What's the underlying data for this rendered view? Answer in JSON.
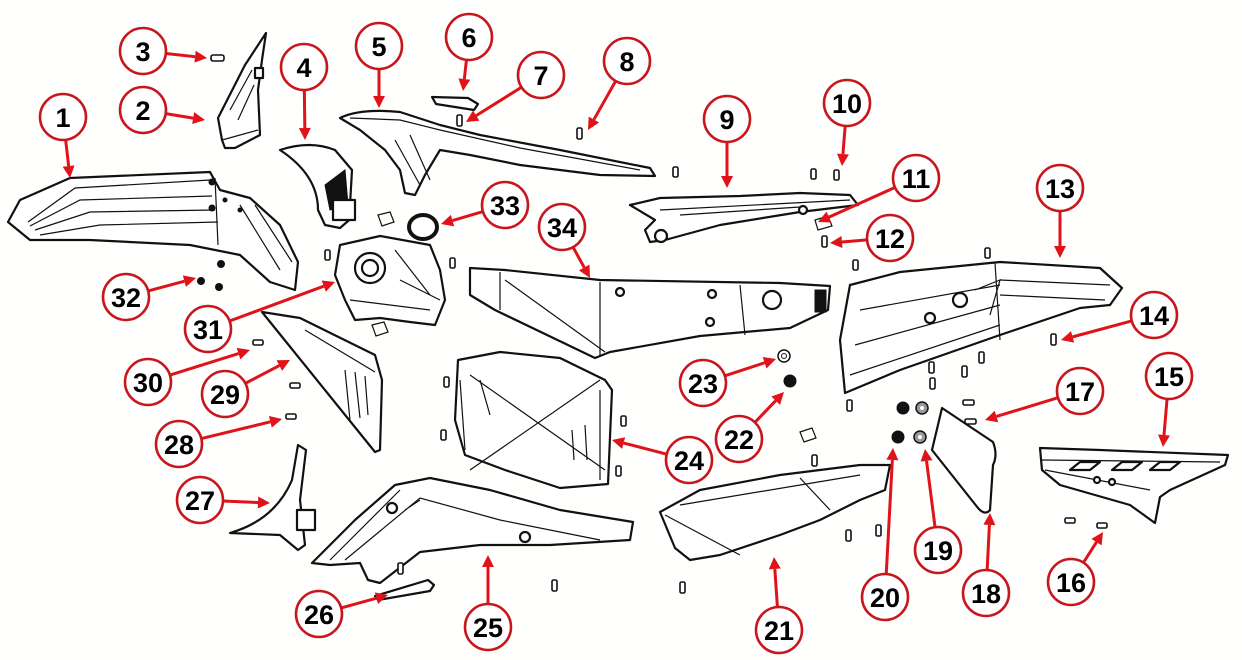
{
  "diagram": {
    "type": "exploded-parts-diagram",
    "subject": "motorcycle plastic bodywork",
    "callout_color": "#c8161d",
    "arrow_color": "#e0121a",
    "callouts": [
      {
        "id": "1",
        "label": "1",
        "part": "front-fender"
      },
      {
        "id": "2",
        "label": "2",
        "part": "headlight-lens"
      },
      {
        "id": "3",
        "label": "3",
        "part": "screw"
      },
      {
        "id": "4",
        "label": "4",
        "part": "inner-fender"
      },
      {
        "id": "5",
        "label": "5",
        "part": "fuel-tank-cover"
      },
      {
        "id": "6",
        "label": "6",
        "part": "tank-cap-trim"
      },
      {
        "id": "7",
        "label": "7",
        "part": "screw"
      },
      {
        "id": "8",
        "label": "8",
        "part": "screw"
      },
      {
        "id": "9",
        "label": "9",
        "part": "seat-rail-cover"
      },
      {
        "id": "10",
        "label": "10",
        "part": "screw"
      },
      {
        "id": "11",
        "label": "11",
        "part": "clip-nut"
      },
      {
        "id": "12",
        "label": "12",
        "part": "screw"
      },
      {
        "id": "13",
        "label": "13",
        "part": "rear-fender"
      },
      {
        "id": "14",
        "label": "14",
        "part": "screw"
      },
      {
        "id": "15",
        "label": "15",
        "part": "chain-guard"
      },
      {
        "id": "16",
        "label": "16",
        "part": "screw"
      },
      {
        "id": "17",
        "label": "17",
        "part": "screw"
      },
      {
        "id": "18",
        "label": "18",
        "part": "license-plate-mount"
      },
      {
        "id": "19",
        "label": "19",
        "part": "washer"
      },
      {
        "id": "20",
        "label": "20",
        "part": "rubber-grommet"
      },
      {
        "id": "21",
        "label": "21",
        "part": "side-cover-right"
      },
      {
        "id": "22",
        "label": "22",
        "part": "rubber-grommet"
      },
      {
        "id": "23",
        "label": "23",
        "part": "washer"
      },
      {
        "id": "24",
        "label": "24",
        "part": "skid-plate"
      },
      {
        "id": "25",
        "label": "25",
        "part": "side-cover-left"
      },
      {
        "id": "26",
        "label": "26",
        "part": "trim-strip"
      },
      {
        "id": "27",
        "label": "27",
        "part": "radiator-shroud"
      },
      {
        "id": "28",
        "label": "28",
        "part": "screw"
      },
      {
        "id": "29",
        "label": "29",
        "part": "side-panel"
      },
      {
        "id": "30",
        "label": "30",
        "part": "screw"
      },
      {
        "id": "31",
        "label": "31",
        "part": "headlight-bracket"
      },
      {
        "id": "32",
        "label": "32",
        "part": "rubber-grommet"
      },
      {
        "id": "33",
        "label": "33",
        "part": "o-ring"
      },
      {
        "id": "34",
        "label": "34",
        "part": "seat"
      }
    ]
  }
}
